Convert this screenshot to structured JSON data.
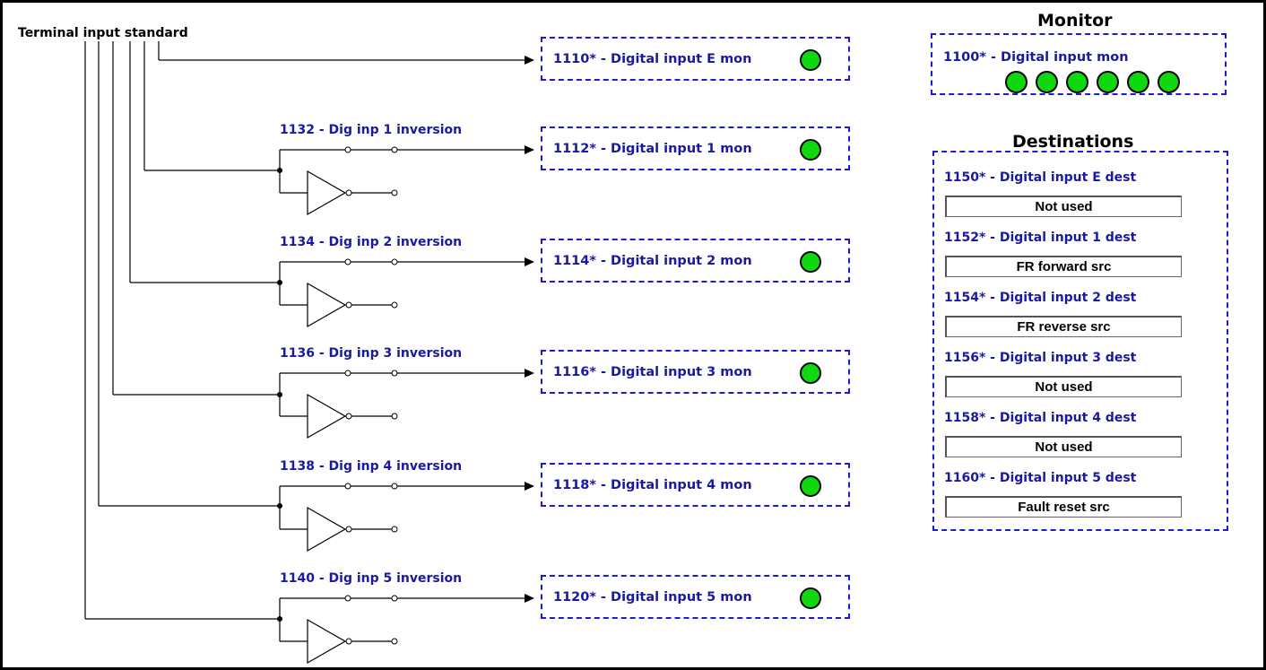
{
  "source_label": "Terminal input standard",
  "monitor": {
    "title": "Monitor",
    "label": "1100* - Digital input mon",
    "leds": [
      "on",
      "on",
      "on",
      "on",
      "on",
      "on"
    ]
  },
  "inputs": [
    {
      "mon_label": "1110* - Digital input E mon",
      "state": "on"
    },
    {
      "inv_label": "1132 - Dig inp 1 inversion",
      "mon_label": "1112* - Digital input 1 mon",
      "state": "on"
    },
    {
      "inv_label": "1134 - Dig inp 2 inversion",
      "mon_label": "1114* - Digital input 2 mon",
      "state": "on"
    },
    {
      "inv_label": "1136 - Dig inp 3 inversion",
      "mon_label": "1116* - Digital input 3 mon",
      "state": "on"
    },
    {
      "inv_label": "1138 - Dig inp 4 inversion",
      "mon_label": "1118* - Digital input 4 mon",
      "state": "on"
    },
    {
      "inv_label": "1140 - Dig inp 5 inversion",
      "mon_label": "1120* - Digital input 5 mon",
      "state": "on"
    }
  ],
  "destinations": {
    "title": "Destinations",
    "items": [
      {
        "label": "1150* - Digital input E dest",
        "value": "Not used"
      },
      {
        "label": "1152* - Digital input 1 dest",
        "value": "FR forward src"
      },
      {
        "label": "1154* - Digital input 2 dest",
        "value": "FR reverse src"
      },
      {
        "label": "1156* - Digital input 3 dest",
        "value": "Not used"
      },
      {
        "label": "1158* - Digital input 4 dest",
        "value": "Not used"
      },
      {
        "label": "1160* - Digital input 5 dest",
        "value": "Fault reset src"
      }
    ]
  },
  "colors": {
    "led_on": "#0fd80f",
    "label_blue": "#1a1aa0",
    "dashed_border": "#1a1ad8"
  }
}
